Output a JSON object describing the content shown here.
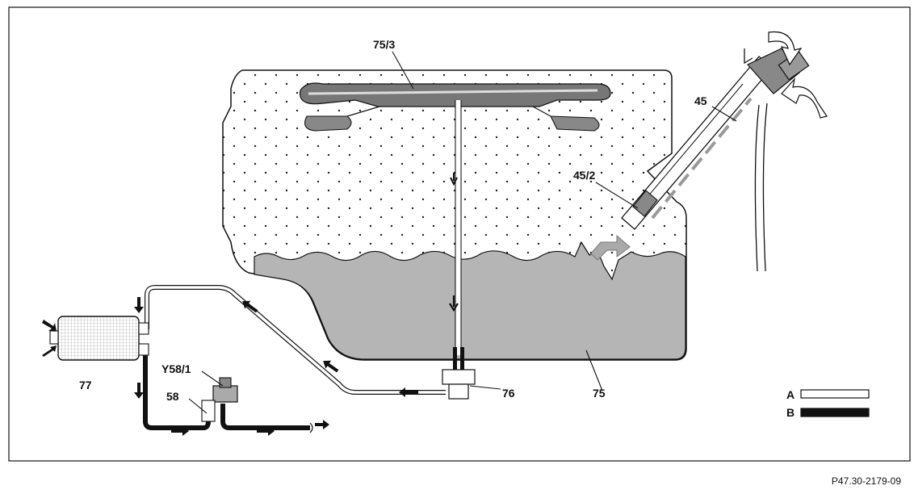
{
  "figure_code": "P47.30-2179-09",
  "legend": [
    {
      "key": "A",
      "style": "open"
    },
    {
      "key": "B",
      "style": "filled"
    }
  ],
  "labels": {
    "l75_3": "75/3",
    "l45": "45",
    "l45_2": "45/2",
    "l75": "75",
    "l76": "76",
    "l77": "77",
    "lY58_1": "Y58/1",
    "l58": "58"
  },
  "colors": {
    "fuel": "#b5b5b5",
    "line": "#111111",
    "hose_a": "#ffffff",
    "hose_b": "#111111"
  }
}
